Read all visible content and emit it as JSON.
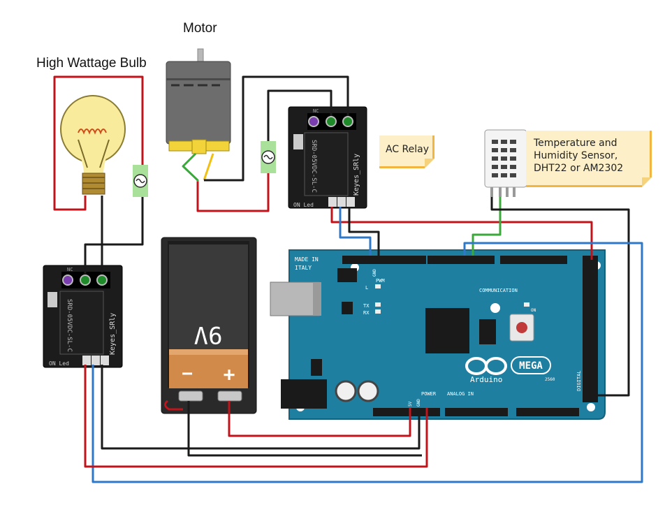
{
  "labels": {
    "motor": "Motor",
    "bulb": "High Wattage Bulb",
    "ac_relay": "AC Relay",
    "sensor_line1": "Temperature and",
    "sensor_line2": "Humidity Sensor,",
    "sensor_line3": "DHT22 or AM2302"
  },
  "relay": {
    "model": "SRD-05VDC-SL-C",
    "brand": "Keyes_SRly",
    "led_label": "ON Led",
    "nc": "NC"
  },
  "battery": {
    "voltage": "9V",
    "minus": "−",
    "plus": "+"
  },
  "arduino": {
    "made_in": "MADE IN",
    "italy": "ITALY",
    "brand": "Arduino",
    "model": "MEGA",
    "model_no": "2560",
    "pwm": "PWM",
    "communication": "COMMUNICATION",
    "power": "POWER",
    "analog_in": "ANALOG IN",
    "digital": "DIGITAL",
    "tx": "TX",
    "rx": "RX",
    "l": "L",
    "on": "ON",
    "pin_gnd": "GND",
    "pin_5v": "5V"
  },
  "colors": {
    "red_wire": "#c0141c",
    "black_wire": "#1a1a1a",
    "blue_wire": "#2f78c8",
    "green_wire": "#3aa83a",
    "arduino_board": "#1f7fa0",
    "relay_board": "#1c1c1c",
    "note_bg": "#fdf0c8"
  }
}
